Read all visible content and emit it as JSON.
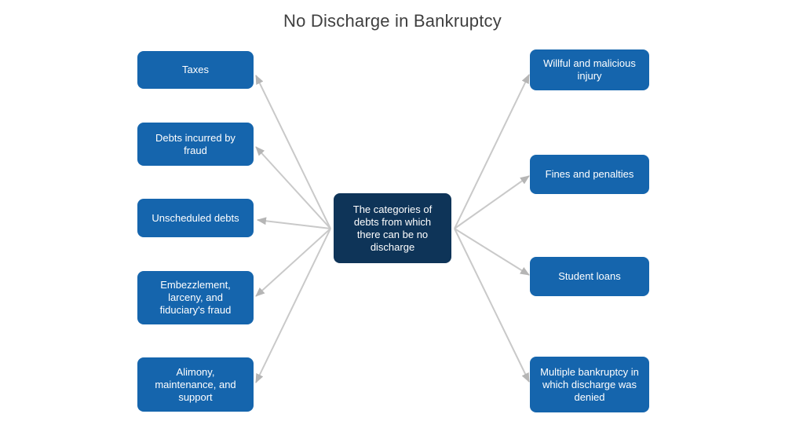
{
  "title": "No Discharge in Bankruptcy",
  "colors": {
    "center_node": "#0E3458",
    "branch_node": "#1565AD",
    "node_text": "#FFFFFF",
    "connector": "#C9C9C9",
    "arrowhead": "#B5B5B5",
    "title_text": "#3F3F3F",
    "background": "#FFFFFF"
  },
  "diagram": {
    "center": {
      "label": "The categories of debts from which there can be no discharge"
    },
    "left_nodes": [
      {
        "label": "Taxes"
      },
      {
        "label": "Debts incurred by fraud"
      },
      {
        "label": "Unscheduled debts"
      },
      {
        "label": "Embezzlement, larceny, and fiduciary's fraud"
      },
      {
        "label": "Alimony, maintenance, and support"
      }
    ],
    "right_nodes": [
      {
        "label": "Willful and malicious injury"
      },
      {
        "label": "Fines and penalties"
      },
      {
        "label": "Student loans"
      },
      {
        "label": "Multiple bankruptcy in which discharge was denied"
      }
    ]
  }
}
